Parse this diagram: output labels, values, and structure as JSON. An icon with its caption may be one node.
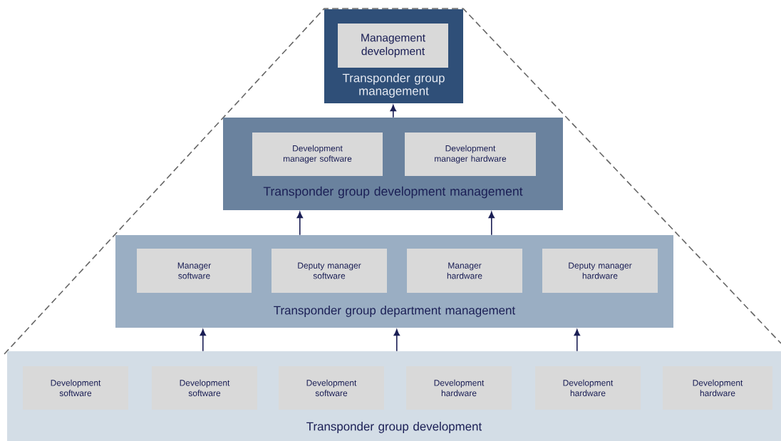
{
  "diagram": {
    "nodes": [
      {
        "text": [
          "Transponder group management"
        ]
      },
      {
        "text": [
          "Management development"
        ],
        "in": 0
      },
      {
        "text": [
          "Transponder group development management"
        ]
      },
      {
        "text": [
          "Development manager software"
        ],
        "in": 2
      },
      {
        "text": [
          "Development manager hardware"
        ],
        "in": 2
      },
      {
        "text": [
          "Transponder group department management"
        ]
      },
      {
        "text": [
          "Manager software"
        ],
        "in": 5
      },
      {
        "text": [
          "Deputy manager software"
        ],
        "in": 5
      },
      {
        "text": [
          "Manager hardware"
        ],
        "in": 5
      },
      {
        "text": [
          "Deputy manager hardware"
        ],
        "in": 5
      },
      {
        "text": [
          "Transponder group development"
        ]
      },
      {
        "text": [
          "Development software"
        ],
        "in": 10
      },
      {
        "text": [
          "Development software"
        ],
        "in": 10
      },
      {
        "text": [
          "Development software"
        ],
        "in": 10
      },
      {
        "text": [
          "Development hardware"
        ],
        "in": 10
      },
      {
        "text": [
          "Development hardware"
        ],
        "in": 10
      },
      {
        "text": [
          "Development hardware"
        ],
        "in": 10
      }
    ],
    "edges": [
      {
        "from": 2,
        "to": 0,
        "arrow": "to"
      },
      {
        "from": 5,
        "to": 2,
        "arrow": "to"
      },
      {
        "from": 5,
        "to": 2,
        "arrow": "to"
      },
      {
        "from": 10,
        "to": 5,
        "arrow": "to"
      },
      {
        "from": 10,
        "to": 5,
        "arrow": "to"
      },
      {
        "from": 10,
        "to": 5,
        "arrow": "to"
      }
    ]
  }
}
